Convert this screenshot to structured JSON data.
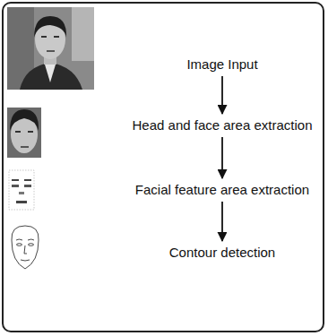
{
  "diagram": {
    "nodes": [
      {
        "text": [
          "Image Input"
        ]
      },
      {
        "text": [
          "Head and face area extraction"
        ]
      },
      {
        "text": [
          "Facial feature area extraction"
        ]
      },
      {
        "text": [
          "Contour detection"
        ]
      }
    ],
    "edges": [
      {
        "from": 0,
        "to": 1,
        "arrow": "to"
      },
      {
        "from": 1,
        "to": 2,
        "arrow": "to"
      },
      {
        "from": 2,
        "to": 3,
        "arrow": "to"
      }
    ]
  }
}
